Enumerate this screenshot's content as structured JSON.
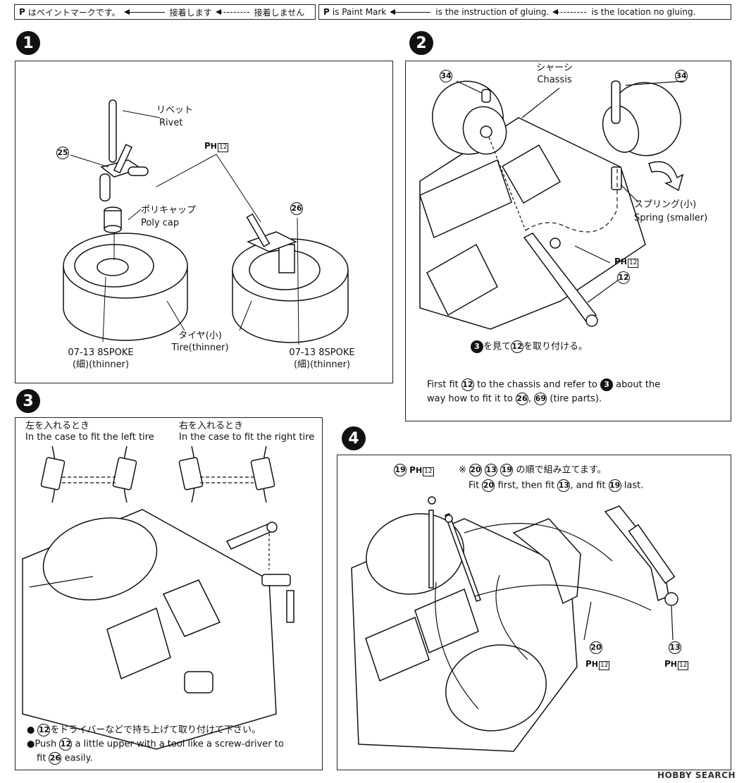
{
  "legend_jp": {
    "paint_mark": "はペイントマークです。",
    "gluing": "接着します",
    "no_gluing": "接着しません"
  },
  "legend_en": {
    "paint_mark": "is Paint Mark",
    "gluing": "is the instruction of gluing.",
    "no_gluing": "is the location no gluing."
  },
  "step1": {
    "number": "1",
    "rivet_jp": "リベット",
    "rivet_en": "Rivet",
    "part25": "25",
    "paint_code": "H",
    "paint_num": "12",
    "part26": "26",
    "polycap_jp": "ポリキャップ",
    "polycap_en": "Poly cap",
    "tire_jp": "タイヤ(小)",
    "tire_en": "Tire(thinner)",
    "wheel_left_1": "07-13 8SPOKE",
    "wheel_left_2": "(細)(thinner)",
    "wheel_right_1": "07-13 8SPOKE",
    "wheel_right_2": "(細)(thinner)"
  },
  "step2": {
    "number": "2",
    "part34a": "34",
    "part34b": "34",
    "chassis_jp": "シャーシ",
    "chassis_en": "Chassis",
    "spring_jp": "スプリング(小)",
    "spring_en": "Spring (smaller)",
    "paint_code": "H",
    "paint_num": "12",
    "part12": "12",
    "note_jp_ref": "3",
    "note_jp_a": "を見て",
    "note_jp_part": "12",
    "note_jp_b": "を取り付ける。",
    "note_en_1a": "First fit",
    "note_en_1part": "12",
    "note_en_1b": "to the chassis and refer to",
    "note_en_1ref": "3",
    "note_en_1c": "about the",
    "note_en_2a": "way how to fit it to",
    "note_en_2p1": "26",
    "note_en_2p2": "69",
    "note_en_2b": "(tire parts)."
  },
  "step3": {
    "number": "3",
    "left_jp": "左を入れるとき",
    "left_en": "In the case to fit the left tire",
    "right_jp": "右を入れるとき",
    "right_en": "In the case to fit the right tire",
    "bullet_jp_part": "12",
    "bullet_jp": "をドライバーなどで持ち上げて取り付けて下さい。",
    "bullet_en_a": "Push",
    "bullet_en_part": "12",
    "bullet_en_b": "a little upper with a tool like a screw-driver to",
    "bullet_en_c": "fit",
    "bullet_en_part2": "26",
    "bullet_en_d": "easily."
  },
  "step4": {
    "number": "4",
    "part19": "19",
    "paint_code": "H",
    "paint_num": "12",
    "note_mark": "※",
    "note_p1": "20",
    "note_p2": "13",
    "note_p3": "19",
    "note_jp": "の順で組み立てます。",
    "note_en_a": "Fit",
    "note_en_p1": "20",
    "note_en_b": "first, then fit",
    "note_en_p2": "13",
    "note_en_c": ", and fit",
    "note_en_p3": "19",
    "note_en_d": "last.",
    "part20": "20",
    "part13": "13"
  },
  "watermark": "HOBBY SEARCH"
}
